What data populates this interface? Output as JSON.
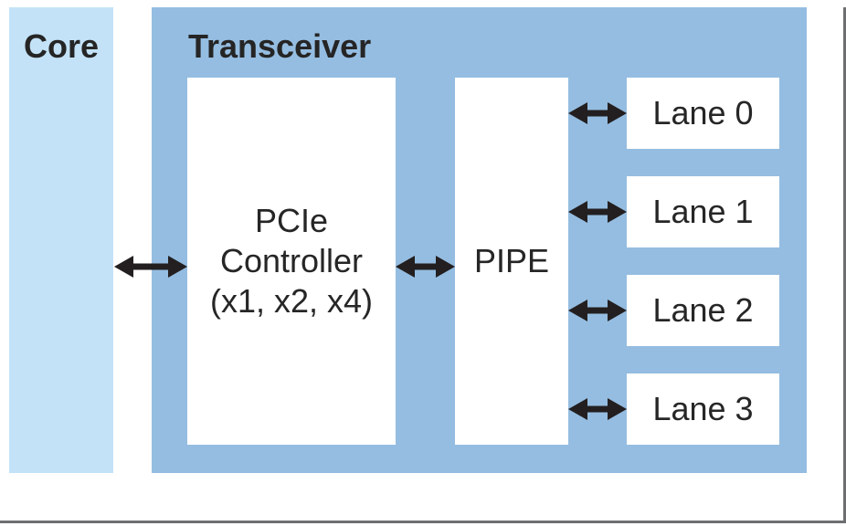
{
  "diagram": {
    "core": {
      "label": "Core"
    },
    "transceiver": {
      "label": "Transceiver",
      "controller": {
        "lines": [
          "PCIe",
          "Controller",
          "(x1, x2, x4)"
        ]
      },
      "pipe": {
        "label": "PIPE"
      },
      "lanes": [
        {
          "label": "Lane 0"
        },
        {
          "label": "Lane 1"
        },
        {
          "label": "Lane 2"
        },
        {
          "label": "Lane 3"
        }
      ]
    },
    "connections": [
      {
        "from": "Core",
        "to": "PCIe Controller",
        "type": "bidirectional"
      },
      {
        "from": "PCIe Controller",
        "to": "PIPE",
        "type": "bidirectional"
      },
      {
        "from": "PIPE",
        "to": "Lane 0",
        "type": "bidirectional"
      },
      {
        "from": "PIPE",
        "to": "Lane 1",
        "type": "bidirectional"
      },
      {
        "from": "PIPE",
        "to": "Lane 2",
        "type": "bidirectional"
      },
      {
        "from": "PIPE",
        "to": "Lane 3",
        "type": "bidirectional"
      }
    ],
    "colors": {
      "core_fill": "#c3e2f7",
      "transceiver_fill": "#95bde1",
      "block_fill": "#ffffff",
      "arrow": "#231f20",
      "frame_line": "#6e6f71",
      "text": "#262626"
    }
  }
}
